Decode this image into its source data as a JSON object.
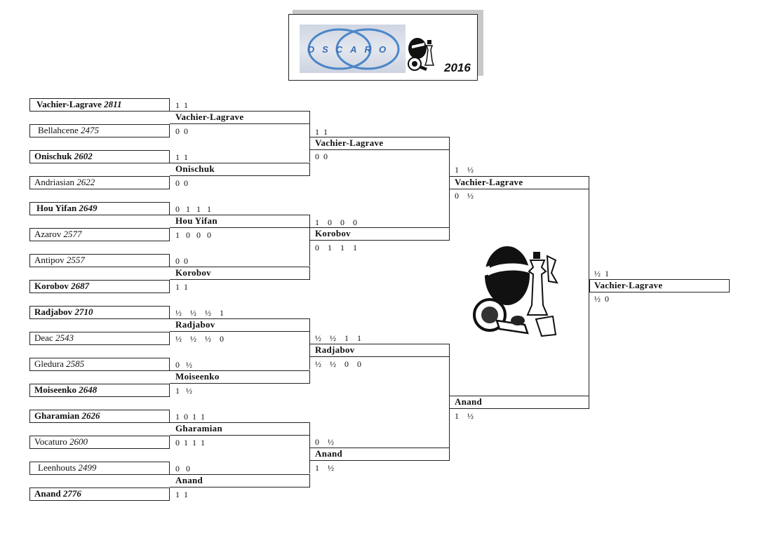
{
  "header": {
    "logo_word": "OSCARO",
    "year": "2016",
    "logo_color": "#3a6fb5"
  },
  "round1": [
    {
      "name": "Vachier-Lagrave",
      "rating": "2811",
      "score": "1  1",
      "bold_name": true,
      "bold_rating": true
    },
    {
      "name": "Bellahcene",
      "rating": "2475",
      "score": "0  0",
      "bold_name": false,
      "bold_rating": false
    },
    {
      "name": "Onischuk",
      "rating": "2602",
      "score": "1  1",
      "bold_name": true,
      "bold_rating": true
    },
    {
      "name": "Andriasian",
      "rating": "2622",
      "score": "0  0",
      "bold_name": false,
      "bold_rating": false
    },
    {
      "name": "Hou Yifan",
      "rating": "2649",
      "score": "0   1   1   1",
      "bold_name": true,
      "bold_rating": true
    },
    {
      "name": "Azarov",
      "rating": "2577",
      "score": "1   0   0   0",
      "bold_name": false,
      "bold_rating": false
    },
    {
      "name": "Antipov",
      "rating": "2557",
      "score": "0  0",
      "bold_name": false,
      "bold_rating": false
    },
    {
      "name": "Korobov",
      "rating": "2687",
      "score": "1  1",
      "bold_name": true,
      "bold_rating": true
    },
    {
      "name": "Radjabov",
      "rating": "2710",
      "score": "½    ½    ½    1",
      "bold_name": true,
      "bold_rating": true
    },
    {
      "name": "Deac",
      "rating": "2543",
      "score": "½    ½    ½    0",
      "bold_name": false,
      "bold_rating": false
    },
    {
      "name": "Gledura",
      "rating": "2585",
      "score": "0   ½",
      "bold_name": false,
      "bold_rating": false
    },
    {
      "name": "Moiseenko",
      "rating": "2648",
      "score": "1   ½",
      "bold_name": true,
      "bold_rating": true
    },
    {
      "name": "Gharamian",
      "rating": "2626",
      "score": "1  0  1  1",
      "bold_name": true,
      "bold_rating": true
    },
    {
      "name": "Vocaturo",
      "rating": "2600",
      "score": "0  1  1  1",
      "bold_name": false,
      "bold_rating": false
    },
    {
      "name": "Leenhouts",
      "rating": "2499",
      "score": "0   0",
      "bold_name": false,
      "bold_rating": false
    },
    {
      "name": "Anand",
      "rating": "2776",
      "score": "1  1",
      "bold_name": true,
      "bold_rating": true
    }
  ],
  "round2": [
    {
      "winner": "Vachier-Lagrave",
      "score": "1  1"
    },
    {
      "winner": "Onischuk",
      "score": "0  0"
    },
    {
      "winner": "Hou Yifan",
      "score": "1    0    0    0"
    },
    {
      "winner": "Korobov",
      "score": "0    1    1    1"
    },
    {
      "winner": "Radjabov",
      "score": "½    ½    1    1"
    },
    {
      "winner": "Moiseenko",
      "score": "½    ½    0    0"
    },
    {
      "winner": "Gharamian",
      "score": "0    ½"
    },
    {
      "winner": "Anand",
      "score": "1    ½"
    }
  ],
  "round3": [
    {
      "winner": "Vachier-Lagrave",
      "score": "1    ½"
    },
    {
      "winner": "Korobov",
      "score": "0    ½"
    },
    {
      "winner": "Radjabov",
      "score": "½  1"
    },
    {
      "winner": "Anand",
      "score": "½  0"
    }
  ],
  "round4": [
    {
      "winner": "Vachier-Lagrave",
      "score": "1    ½"
    },
    {
      "winner": "Anand",
      "score": "1    ½"
    }
  ],
  "final": {
    "winner": "Vachier-Lagrave"
  }
}
